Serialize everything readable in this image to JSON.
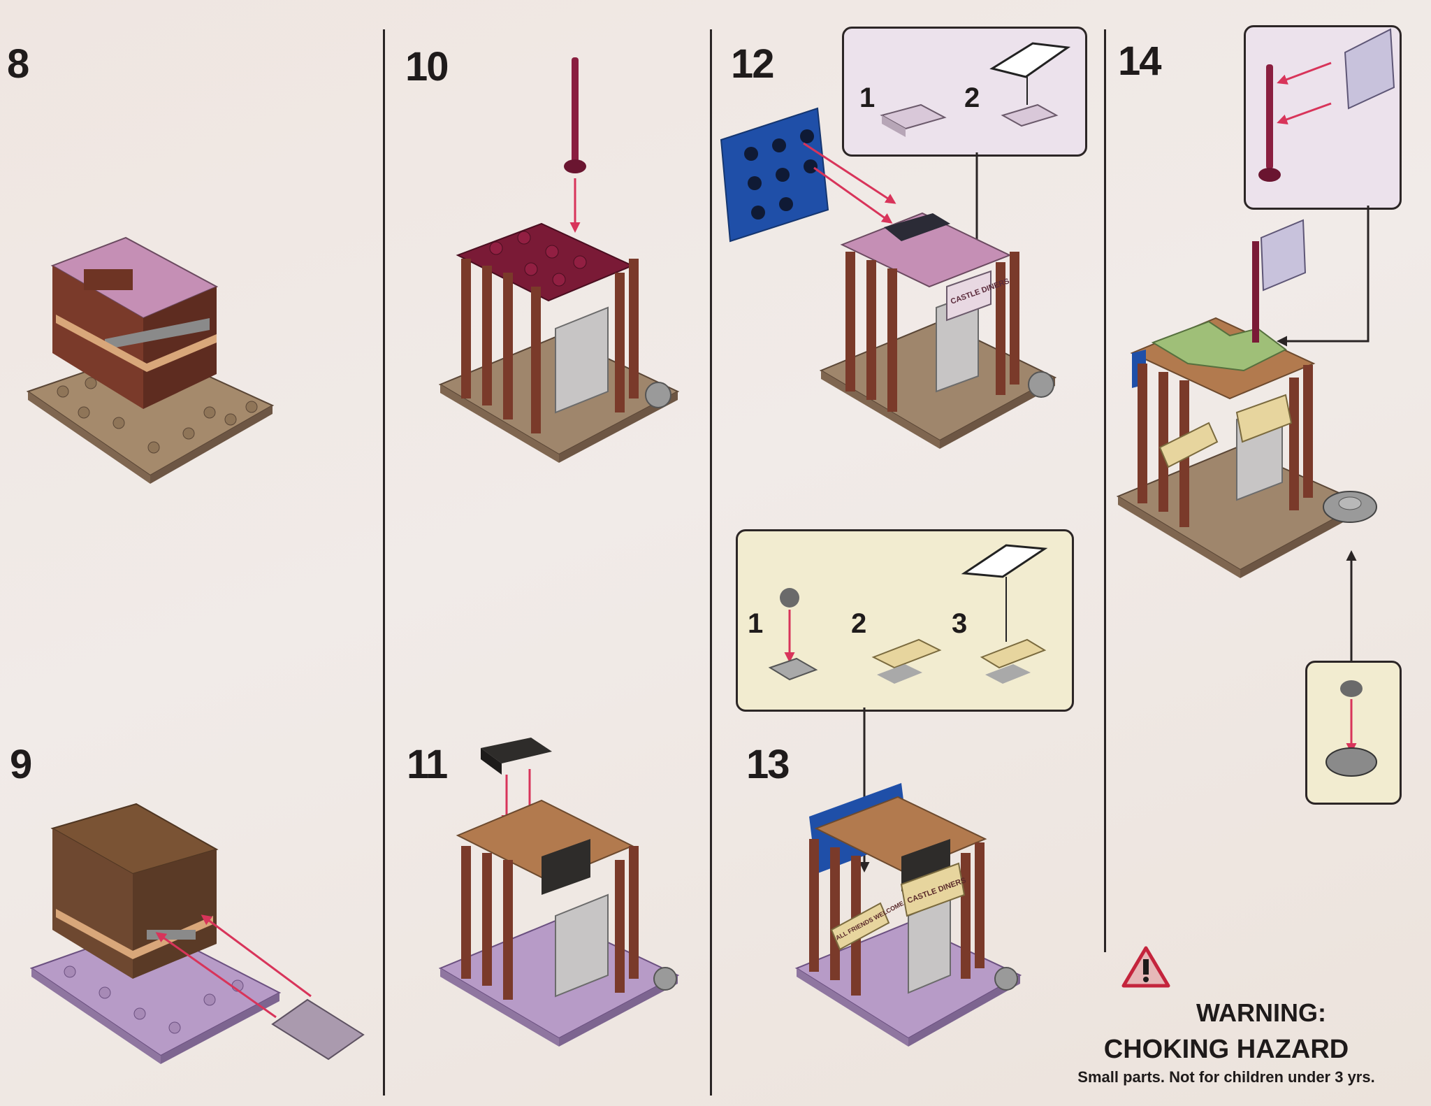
{
  "steps": {
    "s8": "8",
    "s9": "9",
    "s10": "10",
    "s11": "11",
    "s12": "12",
    "s13": "13",
    "s14": "14"
  },
  "callouts": {
    "step12": [
      "1",
      "2"
    ],
    "step13": [
      "1",
      "2",
      "3"
    ]
  },
  "labels": {
    "sign_cafe": "CASTLE DINERS",
    "sign_welcome": "ALL FRIENDS WELCOME"
  },
  "warning": {
    "title": "WARNING:",
    "subtitle": "CHOKING HAZARD",
    "note": "Small parts. Not for children under 3 yrs."
  },
  "colors": {
    "background": "#f0e8e3",
    "callout_pink": "#ece2ec",
    "callout_yellow": "#f2ecd0",
    "arrow_red": "#d8345a",
    "brick_brown": "#7a3a2a",
    "plate_tan": "#a58a6c",
    "plate_lavender": "#b79bc7"
  }
}
